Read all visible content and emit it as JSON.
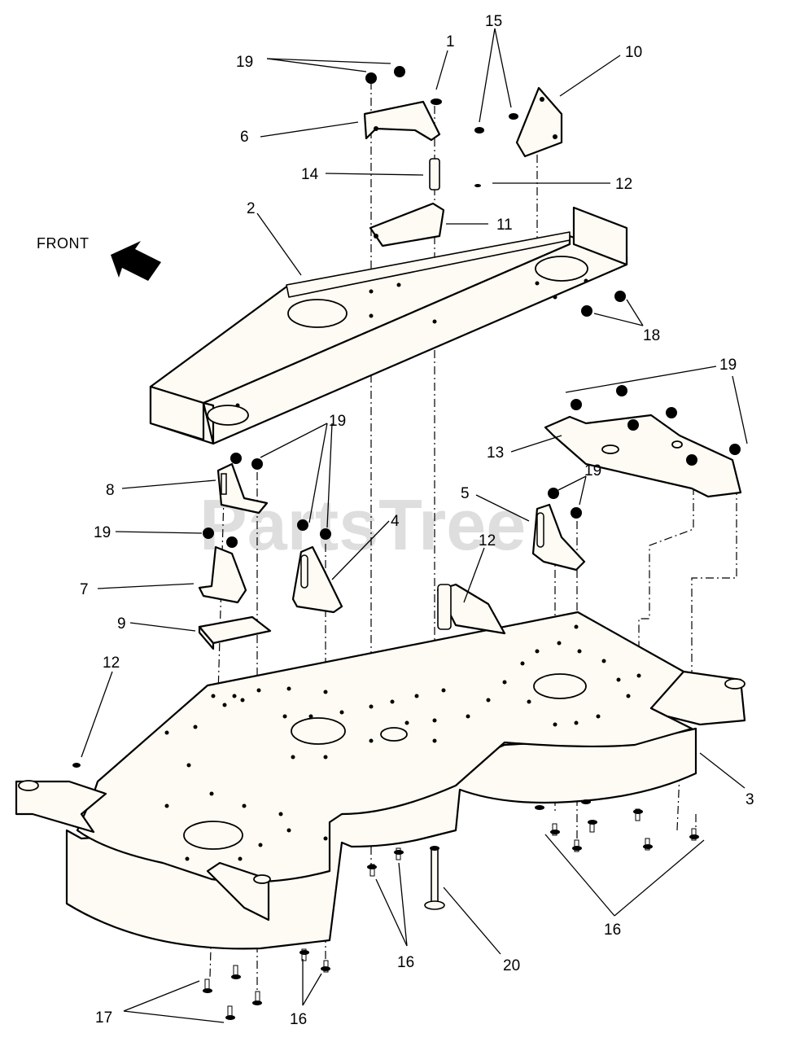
{
  "front_label": "FRONT",
  "watermark": "PartsTree",
  "callouts": {
    "c1": "1",
    "c2": "2",
    "c3": "3",
    "c4": "4",
    "c5": "5",
    "c6": "6",
    "c7": "7",
    "c8": "8",
    "c9": "9",
    "c10": "10",
    "c11": "11",
    "c12a": "12",
    "c12b": "12",
    "c12c": "12",
    "c13": "13",
    "c14": "14",
    "c15": "15",
    "c16a": "16",
    "c16b": "16",
    "c16c": "16",
    "c17": "17",
    "c18": "18",
    "c19a": "19",
    "c19b": "19",
    "c19c": "19",
    "c19d": "19",
    "c19e": "19",
    "c20": "20"
  }
}
